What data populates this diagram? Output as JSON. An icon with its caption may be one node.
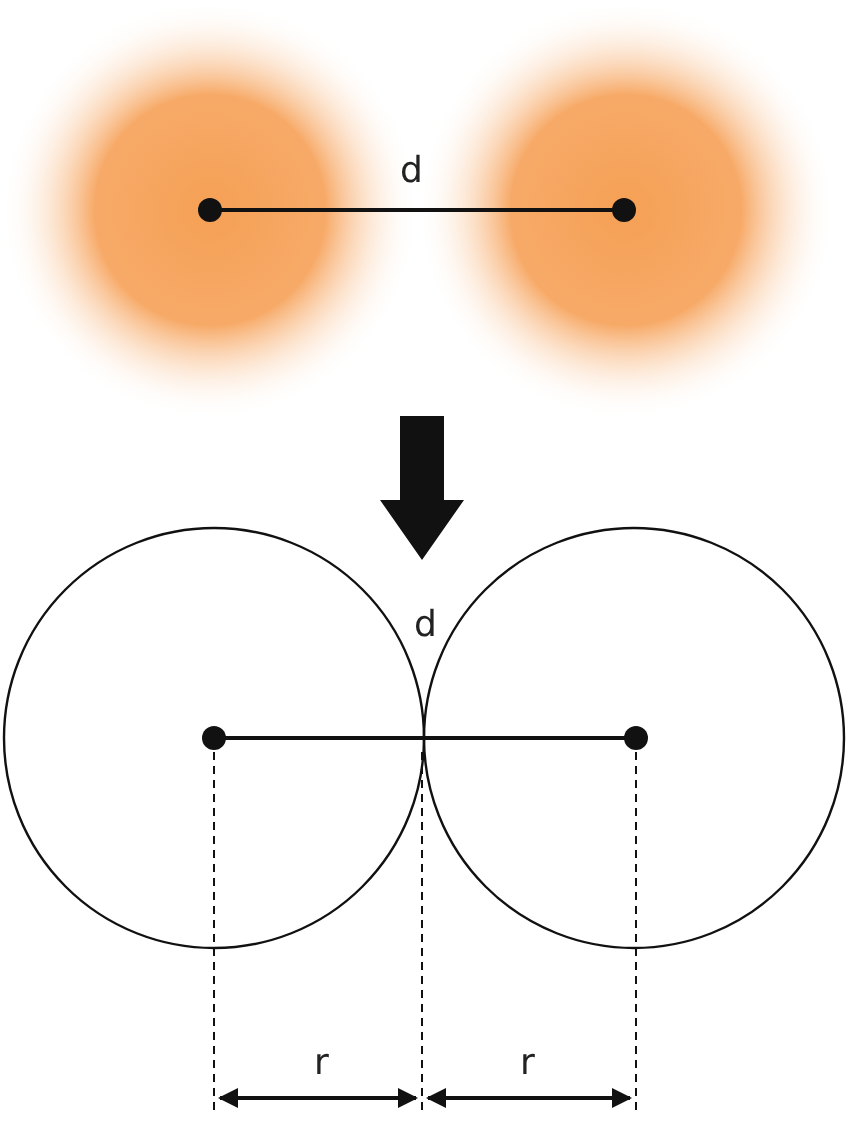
{
  "diagram": {
    "labels": [
      "d",
      "d",
      "r",
      "r"
    ]
  }
}
